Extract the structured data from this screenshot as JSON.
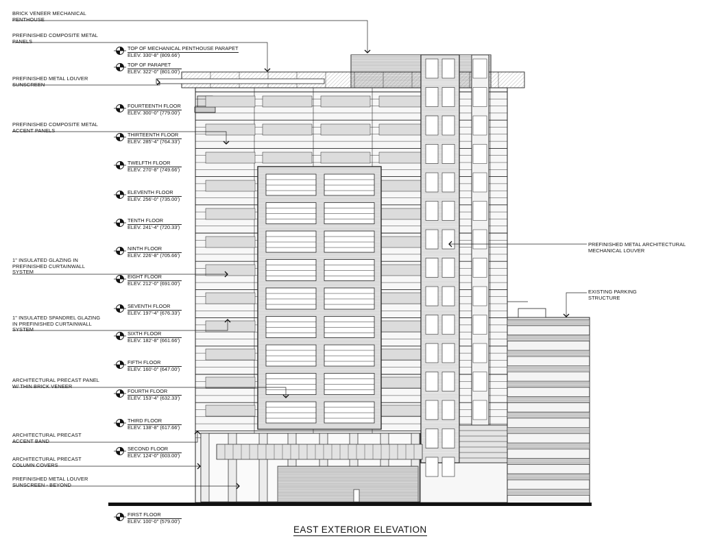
{
  "title": "EAST EXTERIOR ELEVATION",
  "colors": {
    "ink": "#222222",
    "facade": "#e6e6e6",
    "glass": "#d4d4d4",
    "dark": "#111111"
  },
  "levels": [
    {
      "name": "TOP OF MECHANICAL PENTHOUSE PARAPET",
      "elev": "ELEV. 330'-8\" (809.66')"
    },
    {
      "name": "TOP OF PARAPET",
      "elev": "ELEV. 322'-0\" (801.00')"
    },
    {
      "name": "FOURTEENTH FLOOR",
      "elev": "ELEV. 300'-0\" (779.00')"
    },
    {
      "name": "THIRTEENTH FLOOR",
      "elev": "ELEV. 285'-4\" (764.33')"
    },
    {
      "name": "TWELFTH FLOOR",
      "elev": "ELEV. 270'-8\" (749.66')"
    },
    {
      "name": "ELEVENTH FLOOR",
      "elev": "ELEV. 256'-0\" (735.00')"
    },
    {
      "name": "TENTH FLOOR",
      "elev": "ELEV. 241'-4\" (720.33')"
    },
    {
      "name": "NINTH FLOOR",
      "elev": "ELEV. 226'-8\" (705.66')"
    },
    {
      "name": "EIGHT FLOOR",
      "elev": "ELEV. 212'-0\" (691.00')"
    },
    {
      "name": "SEVENTH FLOOR",
      "elev": "ELEV. 197'-4\" (676.33')"
    },
    {
      "name": "SIXTH FLOOR",
      "elev": "ELEV. 182'-8\" (661.66')"
    },
    {
      "name": "FIFTH FLOOR",
      "elev": "ELEV. 160'-0\" (647.00')"
    },
    {
      "name": "FOURTH FLOOR",
      "elev": "ELEV. 153'-4\" (632.33')"
    },
    {
      "name": "THIRD FLOOR",
      "elev": "ELEV. 138'-8\" (617.66')"
    },
    {
      "name": "SECOND FLOOR",
      "elev": "ELEV. 124'-0\" (603.00')"
    },
    {
      "name": "FIRST FLOOR",
      "elev": "ELEV. 100'-0\" (579.00')"
    }
  ],
  "notes": [
    {
      "text": "BRICK VENEER MECHANICAL\nPENTHOUSE"
    },
    {
      "text": "PREFINISHED COMPOSITE METAL\nPANELS"
    },
    {
      "text": "PREFINISHED METAL LOUVER\nSUNSCREEN"
    },
    {
      "text": "PREFINISHED COMPOSITE METAL\nACCENT PANELS"
    },
    {
      "text": "1\" INSULATED GLAZING IN\nPREFINISHED CURTAINWALL\nSYSTEM"
    },
    {
      "text": "1\" INSULATED SPANDREL GLAZING\nIN PREFINISHED CURTAINWALL\nSYSTEM"
    },
    {
      "text": "ARCHITECTURAL PRECAST PANEL\nw/ THIN BRICK VENEER"
    },
    {
      "text": "ARCHITECTURAL PRECAST\nACCENT BAND"
    },
    {
      "text": "ARCHITECTURAL PRECAST\nCOLUMN COVERS"
    },
    {
      "text": "PREFINISHED METAL LOUVER\nSUNSCREEN - BEYOND"
    },
    {
      "text": "PREFINISHED METAL ARCHITECTURAL\nMECHANICAL LOUVER"
    },
    {
      "text": "EXISTING PARKING\nSTRUCTURE"
    }
  ]
}
